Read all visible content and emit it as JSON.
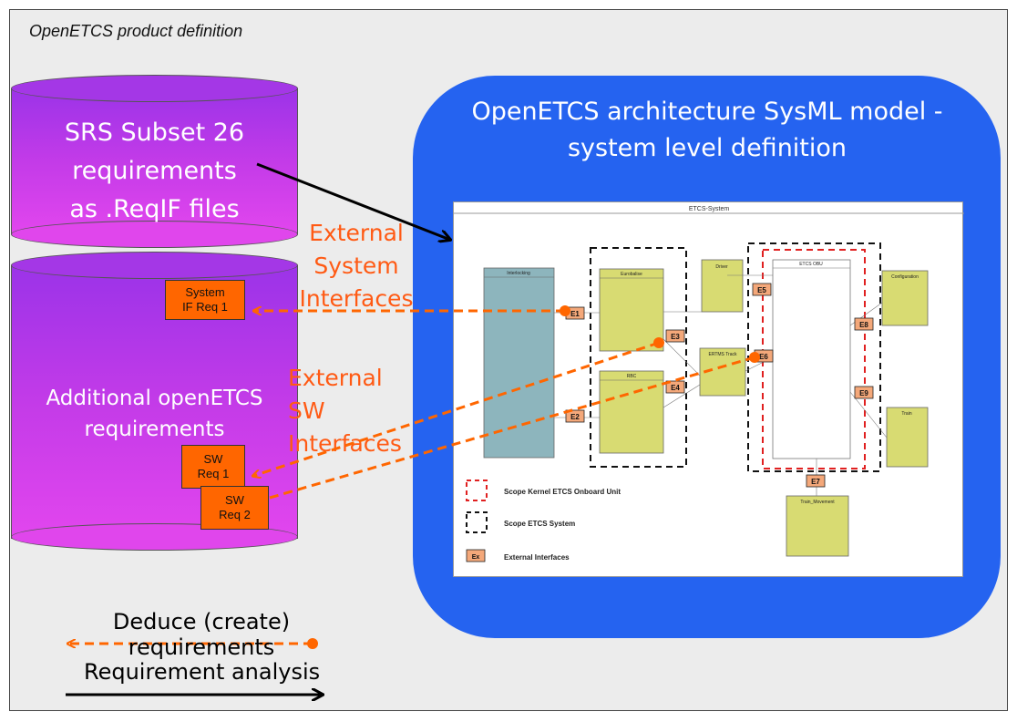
{
  "title": "OpenETCS product definition",
  "srs_cylinder": {
    "lines": [
      "SRS Subset 26",
      "requirements",
      "as .ReqIF files"
    ]
  },
  "additional_cylinder": {
    "lines": [
      "Additional openETCS",
      "requirements"
    ]
  },
  "req_boxes": {
    "system_if": [
      "System",
      "IF Req 1"
    ],
    "sw1": [
      "SW",
      "Req 1"
    ],
    "sw2": [
      "SW",
      "Req 2"
    ]
  },
  "architecture_box": {
    "title_lines": [
      "OpenETCS architecture SysML model -",
      "system level definition"
    ]
  },
  "labels": {
    "external_system": [
      "External",
      "System",
      "Interfaces"
    ],
    "external_sw": [
      "External",
      "SW",
      "Interfaces"
    ]
  },
  "legend": {
    "deduce": [
      "Deduce (create)",
      "requirements"
    ],
    "analysis": "Requirement analysis"
  },
  "inner_diagram": {
    "frame_title": "ETCS-System",
    "blocks": {
      "interlocking": "Interlocking",
      "eurobalise": "Eurobalise",
      "rbc": "RBC",
      "driver": "Driver",
      "etcs_obu": "ETCS OBU",
      "configuration": "Configuration",
      "ertms_track": "ERTMS Track",
      "train": "Train",
      "train_movement": "Train_Movement"
    },
    "interfaces": [
      "E1",
      "E2",
      "E3",
      "E4",
      "E5",
      "E6",
      "E7",
      "E8",
      "E9"
    ],
    "legend": {
      "kernel": "Scope Kernel ETCS Onboard Unit",
      "system": "Scope ETCS System",
      "ex_box": "Ex",
      "external": "External Interfaces"
    }
  },
  "colors": {
    "orange": "#ff6600",
    "blue": "#2563f0",
    "purple": "#a437e6",
    "magenta": "#e046ec",
    "block": "#d8db72",
    "interlock": "#8db5bd"
  }
}
